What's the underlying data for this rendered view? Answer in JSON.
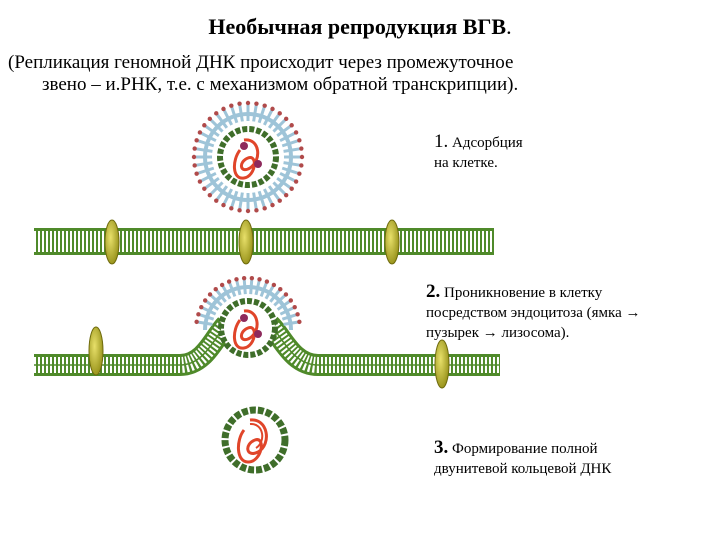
{
  "title": {
    "main": "Необычная репродукция ВГВ",
    "dot": "."
  },
  "subtitle": {
    "line1": "(Репликация геномной ДНК происходит через промежуточное",
    "line2": "звено – и.РНК, т.е. с механизмом обратной транскрипции)."
  },
  "steps": [
    {
      "num": "1.",
      "line1": "Адсорбция",
      "line2": "на клетке."
    },
    {
      "num": "2.",
      "line1": "Проникновение в клетку",
      "line2": "посредством эндоцитоза (ямка →",
      "line3": "пузырек  → лизосома)."
    },
    {
      "num": "3.",
      "line1": "Формирование полной",
      "line2": "двунитевой кольцевой ДНК"
    }
  ],
  "colors": {
    "membrane_green": "#4f8a2a",
    "membrane_stripe": "#ffffff",
    "receptor_yellow": "#b7b021",
    "spike_blue": "#9ec4d8",
    "capsid_green": "#3f6e2a",
    "dna_red": "#e0452a",
    "polymerase_purple": "#8e2a5c"
  }
}
